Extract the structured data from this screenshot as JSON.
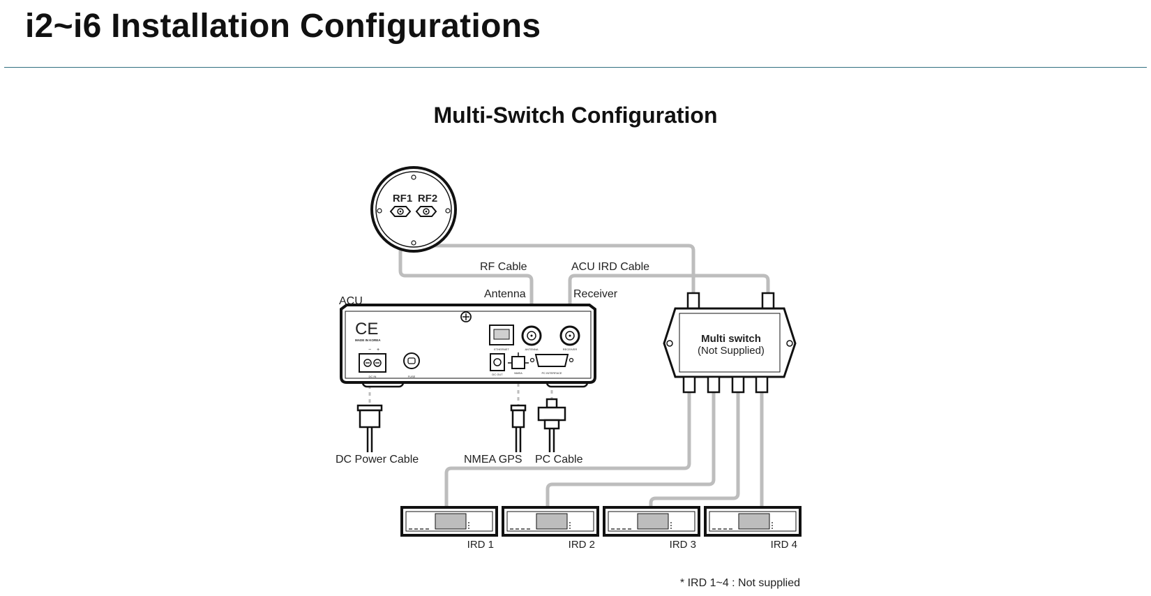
{
  "page": {
    "title": "i2~i6 Installation Configurations"
  },
  "diagram": {
    "title": "Multi-Switch Configuration",
    "antenna": {
      "port1": "RF1",
      "port2": "RF2"
    },
    "acu": {
      "label": "ACU",
      "ce_mark": "CE",
      "made_in": "MADE IN KOREA",
      "ports": {
        "ethernet": "ETHERNET",
        "antenna": "ANTENNA",
        "receiver": "RECEIVER",
        "dc_out": "DC OUT",
        "nmea": "NMEA",
        "pc_interface": "PC INTERFACE",
        "dc_in": "DC IN",
        "fuse": "FUSE"
      }
    },
    "labels": {
      "rf_cable": "RF Cable",
      "acu_ird_cable": "ACU IRD Cable",
      "antenna": "Antenna",
      "receiver": "Receiver",
      "dc_power_cable": "DC Power Cable",
      "nmea_gps": "NMEA GPS",
      "pc_cable": "PC Cable"
    },
    "multiswitch": {
      "name": "Multi switch",
      "note": "(Not Supplied)"
    },
    "ird_units": [
      "IRD 1",
      "IRD 2",
      "IRD 3",
      "IRD 4"
    ],
    "footnote": "* IRD 1~4 : Not supplied"
  }
}
